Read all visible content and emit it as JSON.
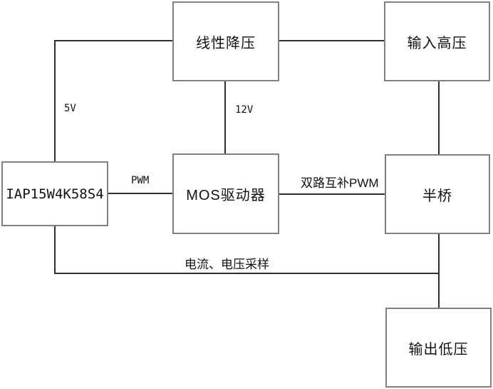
{
  "colors": {
    "background": "#ffffff",
    "block_border": "#808080",
    "wire": "#2e2e2e",
    "text": "#111111"
  },
  "blocks": {
    "linear_buck": {
      "label": "线性降压"
    },
    "input_hv": {
      "label": "输入高压"
    },
    "mcu": {
      "label": "IAP15W4K58S4"
    },
    "mos_driver": {
      "label": "MOS驱动器"
    },
    "half_bridge": {
      "label": "半桥"
    },
    "output_lv": {
      "label": "输出低压"
    }
  },
  "wire_labels": {
    "v5": {
      "text": "5V"
    },
    "v12": {
      "text": "12V"
    },
    "pwm": {
      "text": "PWM"
    },
    "dual_pwm": {
      "text": "双路互补PWM"
    },
    "sampling": {
      "text": "电流、电压采样"
    }
  }
}
